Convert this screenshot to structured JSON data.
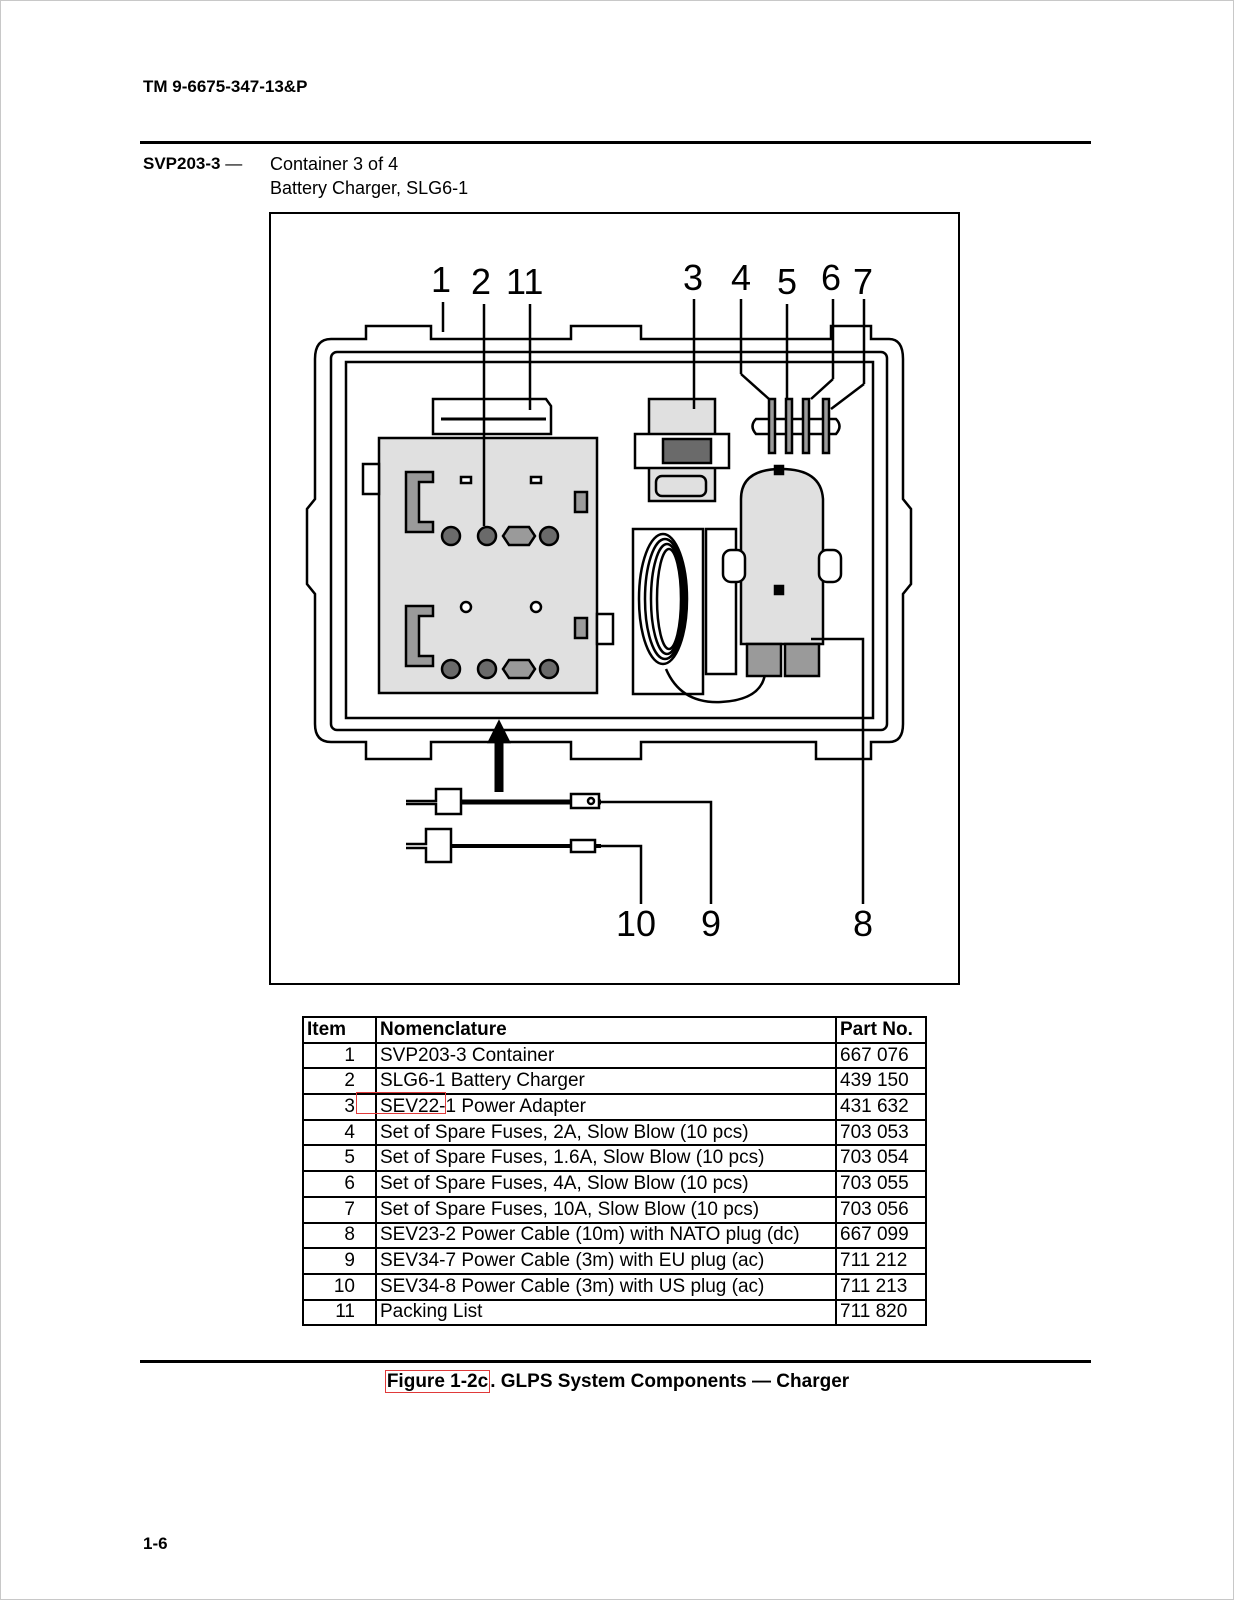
{
  "header": {
    "doc_id": "TM 9-6675-347-13&P",
    "section_code": "SVP203-3",
    "section_dash": " —",
    "section_line1": "Container 3 of 4",
    "section_line2": "Battery Charger, SLG6-1"
  },
  "figure": {
    "callouts": [
      "1",
      "2",
      "11",
      "3",
      "4",
      "5",
      "6",
      "7",
      "10",
      "9",
      "8"
    ]
  },
  "table": {
    "headers": [
      "Item",
      "Nomenclature",
      "Part No."
    ],
    "rows": [
      {
        "item": "1",
        "name": "SVP203-3 Container",
        "part": "667 076"
      },
      {
        "item": "2",
        "name": "SLG6-1 Battery Charger",
        "part": "439 150"
      },
      {
        "item": "3",
        "name": "SEV22-1 Power Adapter",
        "part": "431 632"
      },
      {
        "item": "4",
        "name": "Set of Spare Fuses, 2A, Slow Blow (10 pcs)",
        "part": "703 053"
      },
      {
        "item": "5",
        "name": "Set of Spare Fuses, 1.6A, Slow Blow (10 pcs)",
        "part": "703 054"
      },
      {
        "item": "6",
        "name": "Set of Spare Fuses, 4A, Slow Blow (10 pcs)",
        "part": "703 055"
      },
      {
        "item": "7",
        "name": "Set of Spare Fuses, 10A, Slow Blow (10 pcs)",
        "part": "703 056"
      },
      {
        "item": "8",
        "name": "SEV23-2 Power Cable (10m) with NATO plug (dc)",
        "part": "667 099"
      },
      {
        "item": "9",
        "name": "SEV34-7 Power Cable (3m) with EU plug (ac)",
        "part": "711 212"
      },
      {
        "item": "10",
        "name": "SEV34-8 Power Cable (3m) with US plug (ac)",
        "part": "711 213"
      },
      {
        "item": "11",
        "name": "Packing List",
        "part": "711 820"
      }
    ]
  },
  "caption": {
    "label": "Figure 1-2c",
    "text": ".  GLPS System Components  — Charger"
  },
  "footer": {
    "page_number": "1-6"
  }
}
